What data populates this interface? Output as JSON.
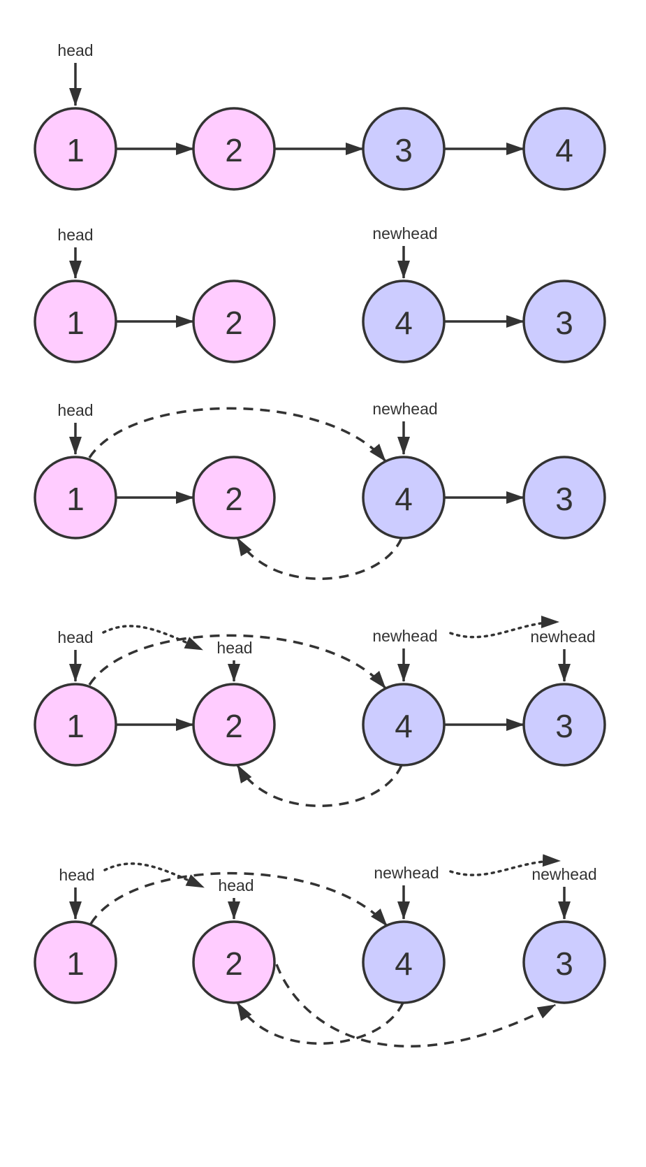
{
  "colors": {
    "pink": "#ffccff",
    "lavender": "#ccccff",
    "stroke": "#333333"
  },
  "stages": [
    {
      "nodes": [
        {
          "id": "1",
          "label": "1",
          "color": "pink"
        },
        {
          "id": "2",
          "label": "2",
          "color": "pink"
        },
        {
          "id": "3",
          "label": "3",
          "color": "lavender"
        },
        {
          "id": "4",
          "label": "4",
          "color": "lavender"
        }
      ],
      "pointers": [
        {
          "label": "head",
          "target": "1"
        }
      ],
      "edges": [
        {
          "from": "1",
          "to": "2",
          "style": "solid"
        },
        {
          "from": "2",
          "to": "3",
          "style": "solid"
        },
        {
          "from": "3",
          "to": "4",
          "style": "solid"
        }
      ]
    },
    {
      "nodes": [
        {
          "id": "1",
          "label": "1",
          "color": "pink"
        },
        {
          "id": "2",
          "label": "2",
          "color": "pink"
        },
        {
          "id": "4",
          "label": "4",
          "color": "lavender"
        },
        {
          "id": "3",
          "label": "3",
          "color": "lavender"
        }
      ],
      "pointers": [
        {
          "label": "head",
          "target": "1"
        },
        {
          "label": "newhead",
          "target": "4"
        }
      ],
      "edges": [
        {
          "from": "1",
          "to": "2",
          "style": "solid"
        },
        {
          "from": "4",
          "to": "3",
          "style": "solid"
        }
      ]
    },
    {
      "nodes": [
        {
          "id": "1",
          "label": "1",
          "color": "pink"
        },
        {
          "id": "2",
          "label": "2",
          "color": "pink"
        },
        {
          "id": "4",
          "label": "4",
          "color": "lavender"
        },
        {
          "id": "3",
          "label": "3",
          "color": "lavender"
        }
      ],
      "pointers": [
        {
          "label": "head",
          "target": "1"
        },
        {
          "label": "newhead",
          "target": "4"
        }
      ],
      "edges": [
        {
          "from": "1",
          "to": "2",
          "style": "solid"
        },
        {
          "from": "4",
          "to": "3",
          "style": "solid"
        },
        {
          "from": "1",
          "to": "4",
          "style": "dashed"
        },
        {
          "from": "4",
          "to": "2",
          "style": "dashed"
        }
      ]
    },
    {
      "nodes": [
        {
          "id": "1",
          "label": "1",
          "color": "pink"
        },
        {
          "id": "2",
          "label": "2",
          "color": "pink"
        },
        {
          "id": "4",
          "label": "4",
          "color": "lavender"
        },
        {
          "id": "3",
          "label": "3",
          "color": "lavender"
        }
      ],
      "pointers": [
        {
          "label": "head",
          "target": "1"
        },
        {
          "label": "head",
          "target": "2"
        },
        {
          "label": "newhead",
          "target": "4"
        },
        {
          "label": "newhead",
          "target": "3"
        }
      ],
      "edges": [
        {
          "from": "1",
          "to": "2",
          "style": "solid"
        },
        {
          "from": "4",
          "to": "3",
          "style": "solid"
        },
        {
          "from": "1",
          "to": "4",
          "style": "dashed"
        },
        {
          "from": "4",
          "to": "2",
          "style": "dashed"
        }
      ],
      "moves": [
        {
          "from_pointer": 0,
          "to_pointer": 1,
          "style": "dotted"
        },
        {
          "from_pointer": 2,
          "to_pointer": 3,
          "style": "dotted"
        }
      ]
    },
    {
      "nodes": [
        {
          "id": "1",
          "label": "1",
          "color": "pink"
        },
        {
          "id": "2",
          "label": "2",
          "color": "pink"
        },
        {
          "id": "4",
          "label": "4",
          "color": "lavender"
        },
        {
          "id": "3",
          "label": "3",
          "color": "lavender"
        }
      ],
      "pointers": [
        {
          "label": "head",
          "target": "1"
        },
        {
          "label": "head",
          "target": "2"
        },
        {
          "label": "newhead",
          "target": "4"
        },
        {
          "label": "newhead",
          "target": "3"
        }
      ],
      "edges": [
        {
          "from": "1",
          "to": "4",
          "style": "dashed"
        },
        {
          "from": "4",
          "to": "2",
          "style": "dashed"
        },
        {
          "from": "2",
          "to": "3",
          "style": "dashed"
        }
      ],
      "moves": [
        {
          "from_pointer": 0,
          "to_pointer": 1,
          "style": "dotted"
        },
        {
          "from_pointer": 2,
          "to_pointer": 3,
          "style": "dotted"
        }
      ]
    }
  ]
}
